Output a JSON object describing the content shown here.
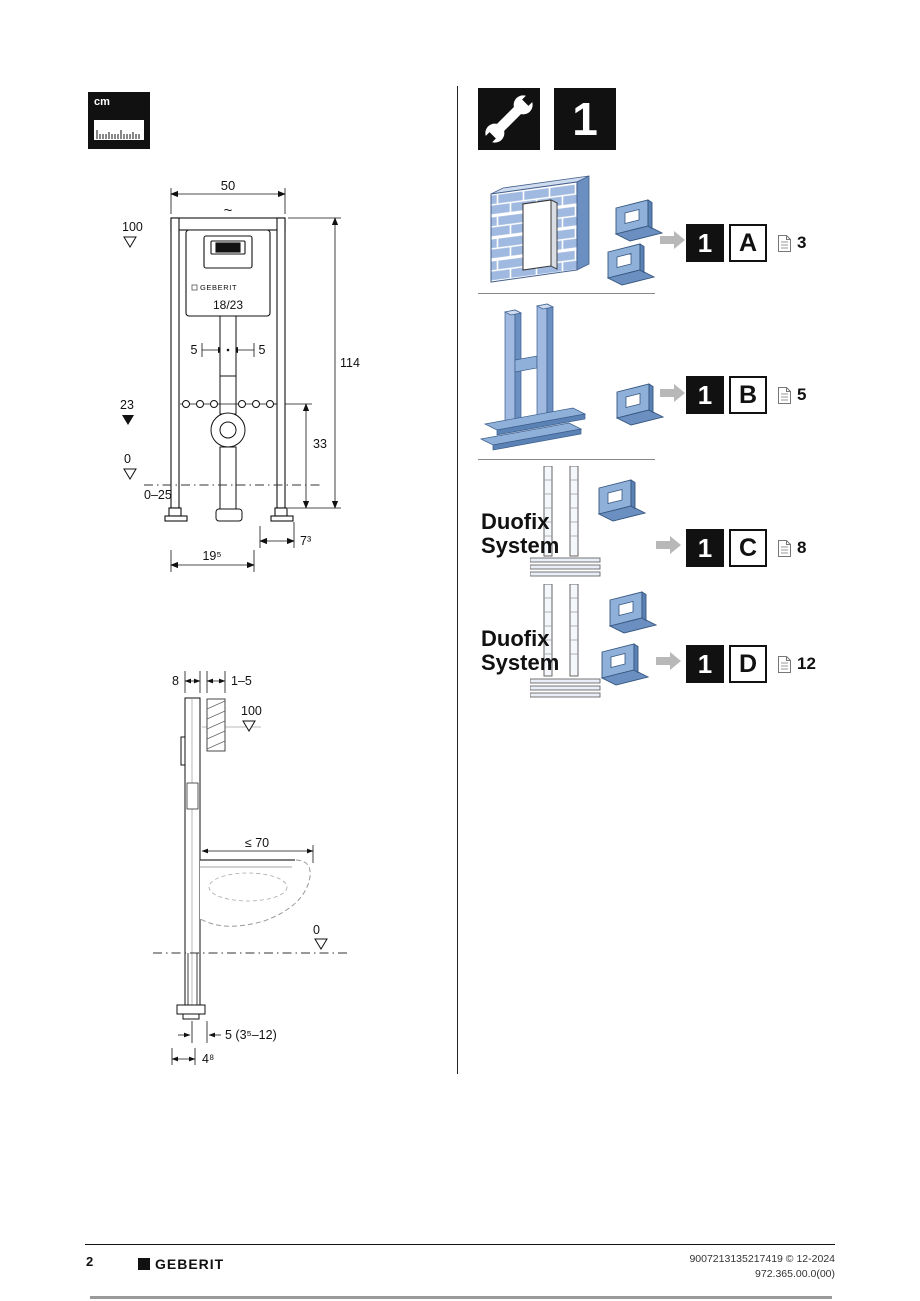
{
  "measure_badge": {
    "unit_label": "cm"
  },
  "front_view": {
    "frame_width_cm": "50",
    "top_level_cm": "100",
    "break_mark": "~",
    "brand_label": "GEBERIT",
    "flush_plate_size": "18/23",
    "offset_left_cm": "5",
    "offset_right_cm": "5",
    "frame_height_cm": "114",
    "outlet_level_cm": "23",
    "outlet_height_cm": "33",
    "floor_level_cm": "0",
    "floor_adjust_range_cm": "0–25",
    "outlet_offset_cm": "7³",
    "outlet_depth_cm": "19⁵"
  },
  "side_view": {
    "frame_depth_cm": "8",
    "wall_distance_cm": "1–5",
    "top_level_cm": "100",
    "max_bowl_depth_cm": "≤ 70",
    "floor_level_cm": "0",
    "pipe_setout_cm": "5 (3⁵–12)",
    "pipe_offset_cm": "4⁸"
  },
  "chapter": {
    "step_number": "1"
  },
  "mounting_variants": [
    {
      "scene": "brick-wall",
      "step": "1",
      "letter": "A",
      "page_ref": "3"
    },
    {
      "scene": "timber-stud-wall",
      "step": "1",
      "letter": "B",
      "page_ref": "5"
    },
    {
      "scene": "duofix-system",
      "step": "1",
      "letter": "C",
      "page_ref": "8",
      "label_line1": "Duofix",
      "label_line2": "System"
    },
    {
      "scene": "duofix-system",
      "step": "1",
      "letter": "D",
      "page_ref": "12",
      "label_line1": "Duofix",
      "label_line2": "System"
    }
  ],
  "footer": {
    "page_number": "2",
    "brand": "GEBERIT",
    "doc_id": "9007213135217419 © 12-2024",
    "doc_code": "972.365.00.0(00)"
  },
  "colors": {
    "illustration_blue": "#9fb9e0",
    "illustration_blue_dark": "#6a8fc0",
    "illustration_blue_light": "#cfdcef",
    "arrow_gray": "#b8b8b8",
    "box_black": "#111111"
  }
}
